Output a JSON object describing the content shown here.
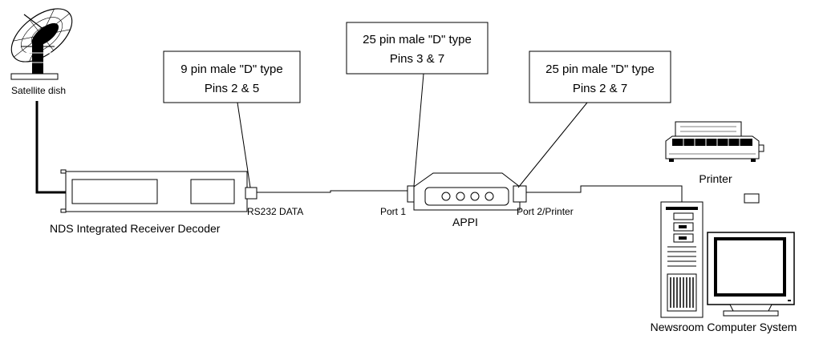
{
  "satellite": {
    "label": "Satellite dish"
  },
  "receiver": {
    "label": "NDS Integrated Receiver Decoder",
    "connector_label": "RS232 DATA"
  },
  "appi": {
    "label": "APPI",
    "port1_label": "Port 1",
    "port2_label": "Port 2/Printer"
  },
  "printer": {
    "label": "Printer"
  },
  "computer": {
    "label": "Newsroom Computer System"
  },
  "callouts": [
    {
      "line1": "9 pin male \"D\" type",
      "line2": "Pins 2 & 5"
    },
    {
      "line1": "25 pin male \"D\" type",
      "line2": "Pins 3 & 7"
    },
    {
      "line1": "25 pin male \"D\" type",
      "line2": "Pins 2 & 7"
    }
  ]
}
